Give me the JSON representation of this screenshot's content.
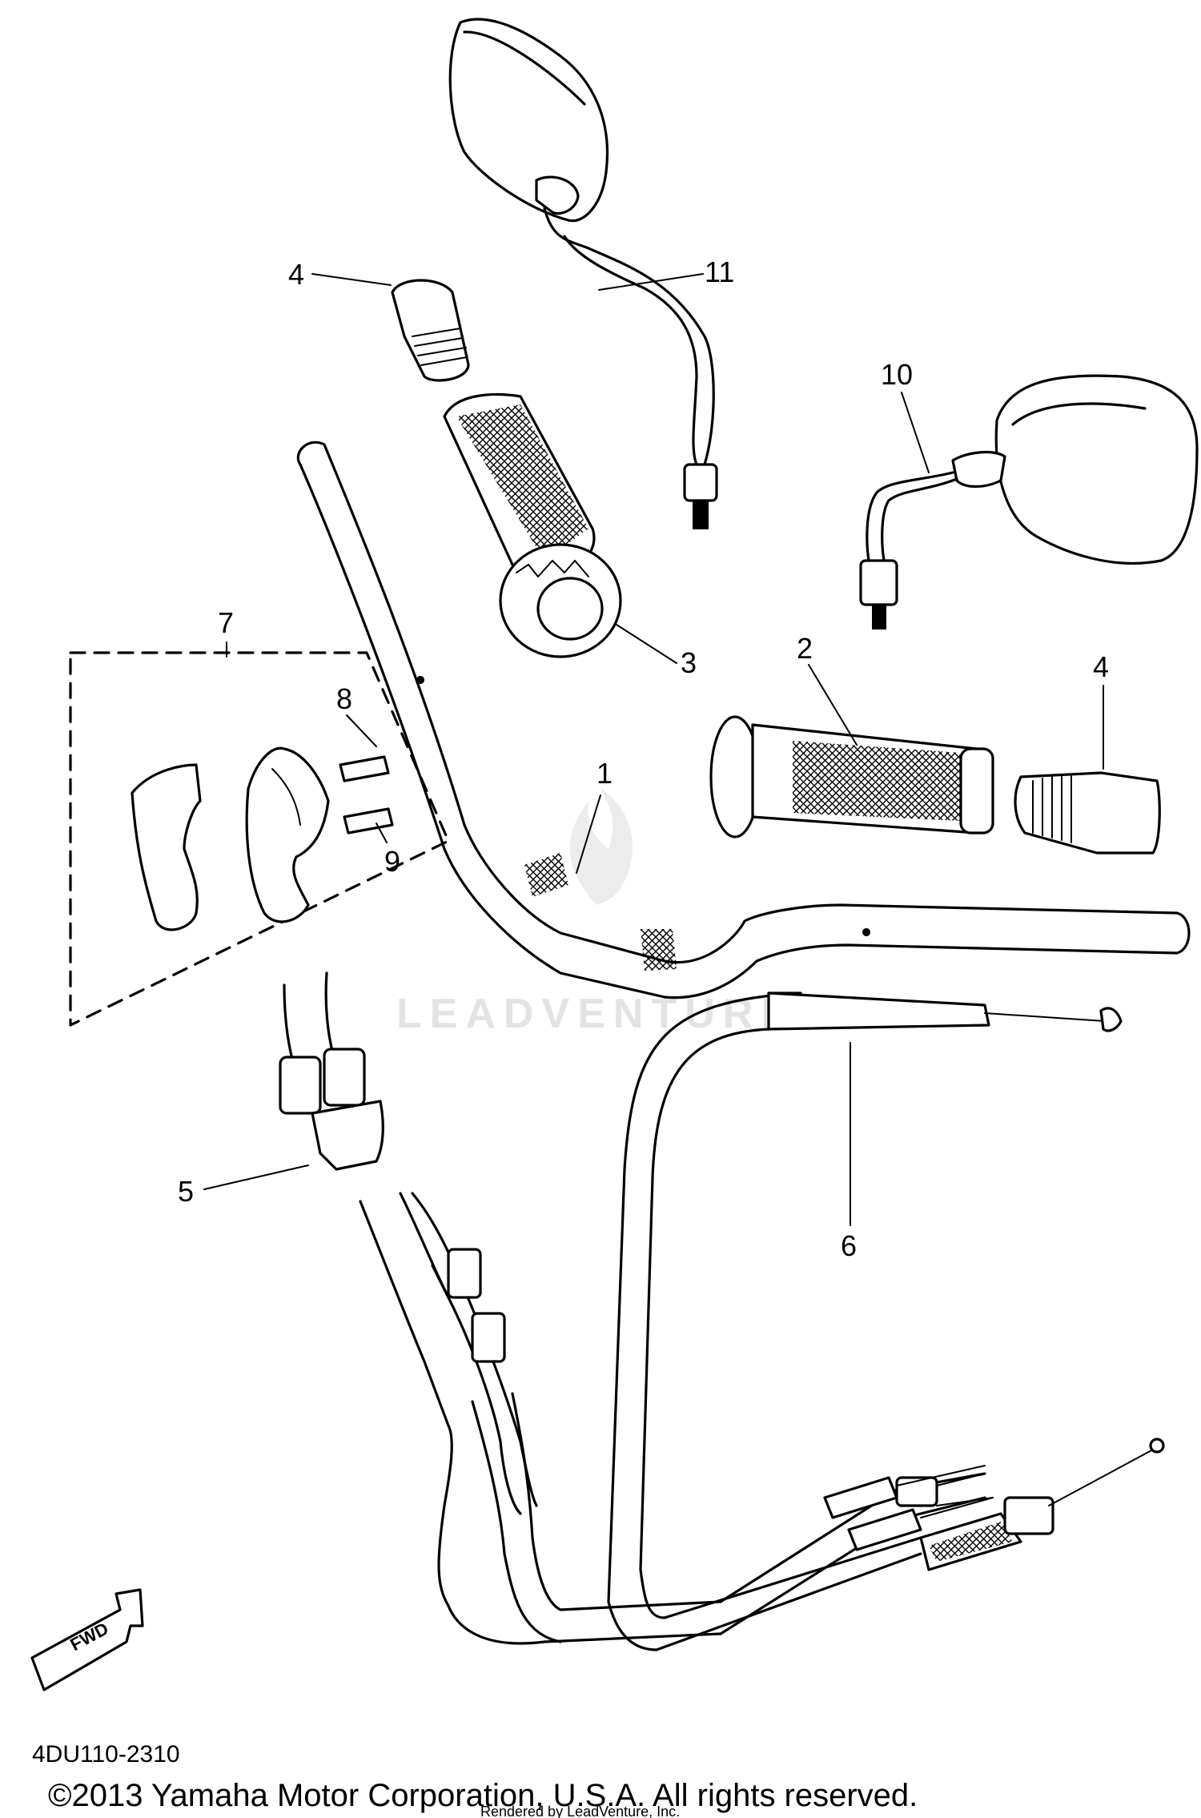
{
  "diagram_code": "4DU110-2310",
  "copyright": "©2013 Yamaha Motor Corporation, U.S.A. All rights reserved.",
  "rendered_by": "Rendered by LeadVenture, Inc.",
  "watermark": "LEADVENTURE",
  "direction_label": "FWD",
  "callouts": {
    "c1": "1",
    "c2": "2",
    "c3": "3",
    "c4a": "4",
    "c4b": "4",
    "c5": "5",
    "c6": "6",
    "c7": "7",
    "c8": "8",
    "c9": "9",
    "c10": "10",
    "c11": "11"
  },
  "icons": {
    "fwd_arrow": "fwd-arrow-icon",
    "watermark_flame": "leadventure-flame-icon"
  }
}
